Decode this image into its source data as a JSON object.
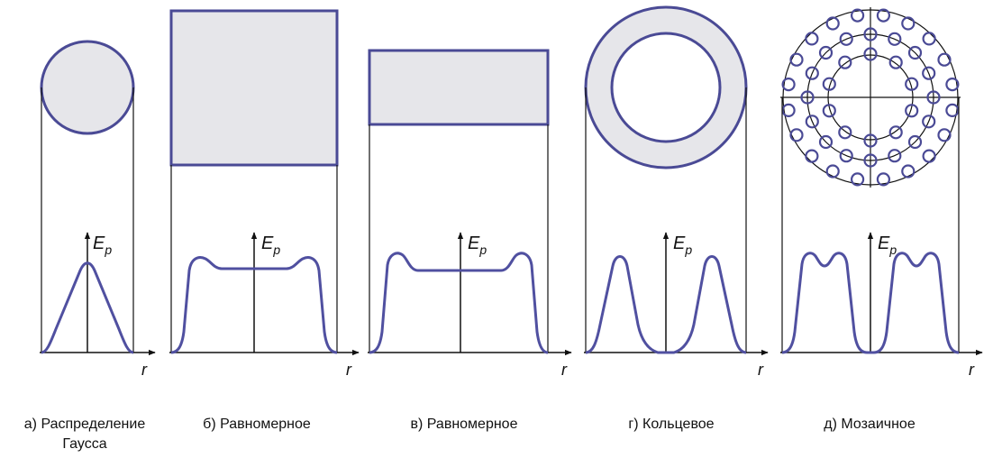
{
  "colors": {
    "beam_outline": "#4a4a95",
    "beam_fill": "#e6e6ea",
    "line": "#111111",
    "profile": "#5050a0",
    "text": "#111111"
  },
  "axis": {
    "y_main": "E",
    "y_sub": "p",
    "x": "r"
  },
  "panels": [
    {
      "id": "a",
      "caption_line1": "а) Распределение",
      "caption_line2": "Гаусса"
    },
    {
      "id": "b",
      "caption_line1": "б) Равномерное"
    },
    {
      "id": "c",
      "caption_line1": "в) Равномерное"
    },
    {
      "id": "d",
      "caption_line1": "г) Кольцевое"
    },
    {
      "id": "e",
      "caption_line1": "д) Мозаичное"
    }
  ]
}
